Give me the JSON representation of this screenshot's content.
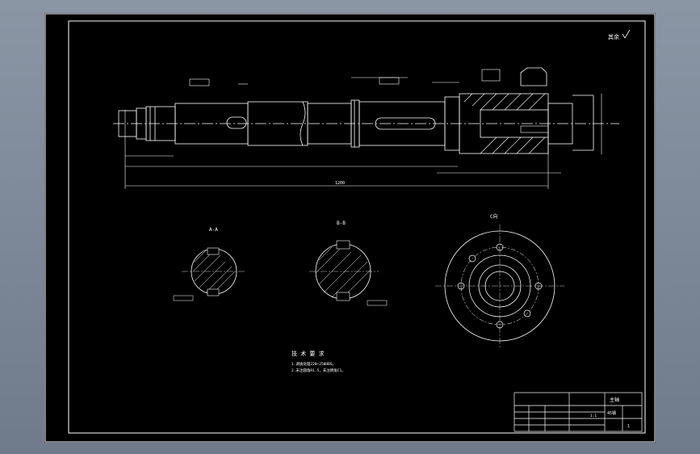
{
  "drawing": {
    "top_right_note": "其余",
    "section_a_label": "A-A",
    "section_b_label": "B-B",
    "view_c_label": "C向",
    "tech_requirements_title": "技 术 要 求",
    "tech_requirements_lines": [
      "1.调质处理220~250HBS。",
      "2.未注圆角R1.5，未注倒角C1。"
    ],
    "overall_length": "1200"
  },
  "title_block": {
    "part_name": "主轴",
    "material": "45钢",
    "scale": "1:1",
    "sheet": "1"
  },
  "colors": {
    "background": "#000000",
    "frame": "#ffffff",
    "lines": "#ffffff",
    "window_bg": "#7a8696"
  }
}
